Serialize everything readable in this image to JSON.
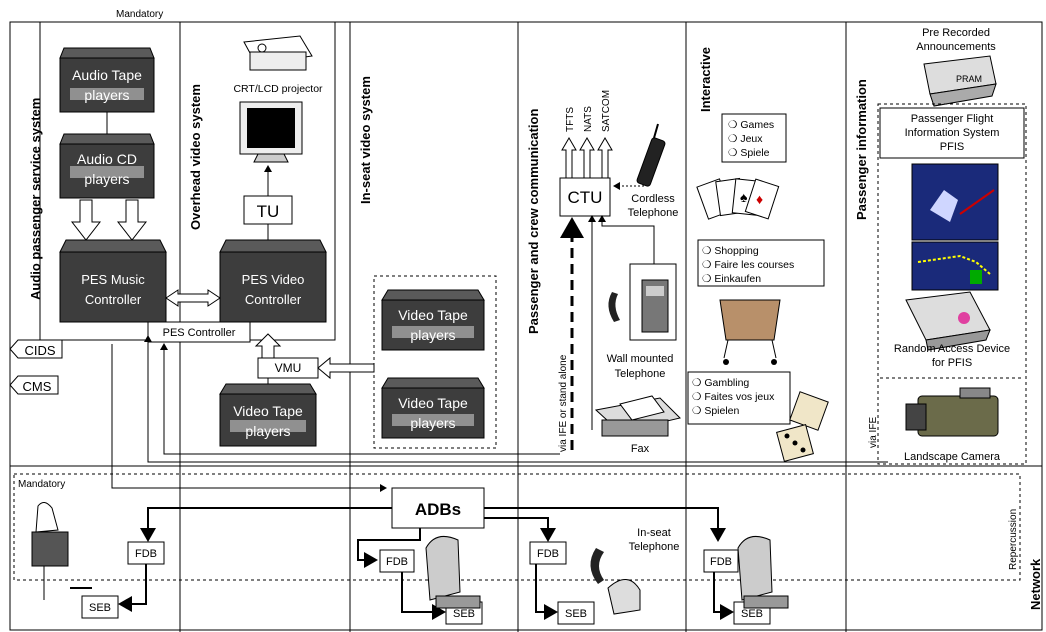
{
  "header": {
    "mandatory_top": "Mandatory"
  },
  "sections": {
    "audio": "Audio passenger service system",
    "overhead": "Overhead video system",
    "inseat": "In-seat video system",
    "comm": "Passenger and crew communication",
    "interactive": "Interactive",
    "info": "Passenger information",
    "network": "Network"
  },
  "devices": {
    "audio_tape": [
      "Audio Tape",
      "players"
    ],
    "audio_cd": [
      "Audio CD",
      "players"
    ],
    "pes_music": [
      "PES Music",
      "Controller"
    ],
    "pes_video": [
      "PES Video",
      "Controller"
    ],
    "video_tape_overhead": [
      "Video Tape",
      "players"
    ],
    "video_tape_inseat_1": [
      "Video Tape",
      "players"
    ],
    "video_tape_inseat_2": [
      "Video Tape",
      "players"
    ]
  },
  "labels": {
    "pes_controller": "PES Controller",
    "vmu": "VMU",
    "tu": "TU",
    "projector": "CRT/LCD projector",
    "cids": "CIDS",
    "cms": "CMS",
    "ctu": "CTU",
    "tfts": "TFTS",
    "nats": "NATS",
    "satcom": "SATCOM",
    "cordless_phone": [
      "Cordless",
      "Telephone"
    ],
    "wall_phone": [
      "Wall mounted",
      "Telephone"
    ],
    "fax": "Fax",
    "via_ife_standalone": "via IFE or stand alone",
    "via_ife": "via IFE",
    "games": [
      "❍ Games",
      "❍ Jeux",
      "❍ Spiele"
    ],
    "shopping": [
      "❍ Shopping",
      "❍ Faire les courses",
      "❍ Einkaufen"
    ],
    "gambling": [
      "❍ Gambling",
      "❍ Faites vos jeux",
      "❍ Spielen"
    ],
    "pre_recorded": [
      "Pre Recorded",
      "Announcements"
    ],
    "pram": "PRAM",
    "pfis": [
      "Passenger Flight",
      "Information System",
      "PFIS"
    ],
    "random_access": [
      "Random Access Device",
      "for PFIS"
    ],
    "landscape_camera": "Landscape Camera",
    "mandatory_bottom": "Mandatory",
    "adbs": "ADBs",
    "fdb": "FDB",
    "seb": "SEB",
    "inseat_telephone": [
      "In-seat",
      "Telephone"
    ],
    "repercussion": "Repercussion"
  },
  "colors": {
    "device_body": "#3d3d3d",
    "device_screen": "#909090",
    "device_text": "#ffffff"
  }
}
